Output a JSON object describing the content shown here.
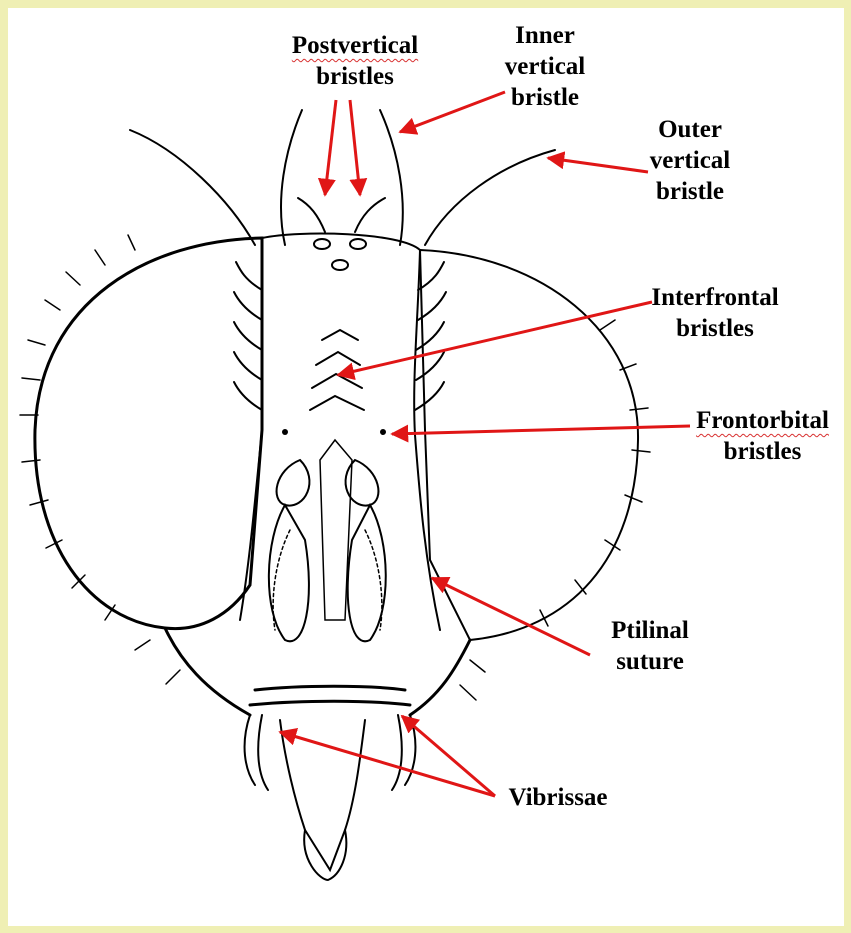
{
  "colors": {
    "background": "#efefb4",
    "panel": "#ffffff",
    "arrow": "#e01616",
    "ink": "#000000"
  },
  "labels": {
    "postvertical": [
      "Postvertical",
      "bristles"
    ],
    "inner_vertical": [
      "Inner",
      "vertical",
      "bristle"
    ],
    "outer_vertical": [
      "Outer",
      "vertical",
      "bristle"
    ],
    "interfrontal": [
      "Interfrontal",
      "bristles"
    ],
    "frontorbital": [
      "Frontorbital",
      "bristles"
    ],
    "ptilinal": [
      "Ptilinal",
      "suture"
    ],
    "vibrissae": [
      "Vibrissae"
    ]
  }
}
